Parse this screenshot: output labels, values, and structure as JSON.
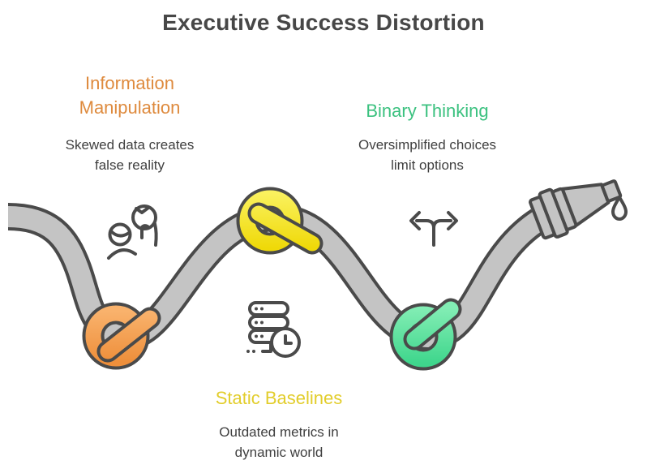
{
  "title": "Executive Success Distortion",
  "sections": [
    {
      "id": "information-manipulation",
      "label": "Information\nManipulation",
      "description": "Skewed data creates\nfalse reality",
      "color": "#DE8A3D",
      "knot_color": "orange",
      "icon": "whisper-people-icon"
    },
    {
      "id": "binary-thinking",
      "label": "Binary Thinking",
      "description": "Oversimplified choices\nlimit options",
      "color": "#3BC17F",
      "knot_color": "green",
      "icon": "fork-arrows-icon"
    },
    {
      "id": "static-baselines",
      "label": "Static Baselines",
      "description": "Outdated metrics in\ndynamic world",
      "color": "#E2CD2B",
      "knot_color": "yellow",
      "icon": "server-clock-icon"
    }
  ],
  "artwork": {
    "rope_fill": "#C4C4C4",
    "outline_color": "#4A4A4A",
    "knot_gradients": {
      "orange": [
        "#F9B26C",
        "#EE8F3B"
      ],
      "yellow": [
        "#FAF15E",
        "#EFD908"
      ],
      "green": [
        "#82EDB4",
        "#3FD68C"
      ]
    },
    "end_element": "hose-nozzle-with-drip"
  }
}
